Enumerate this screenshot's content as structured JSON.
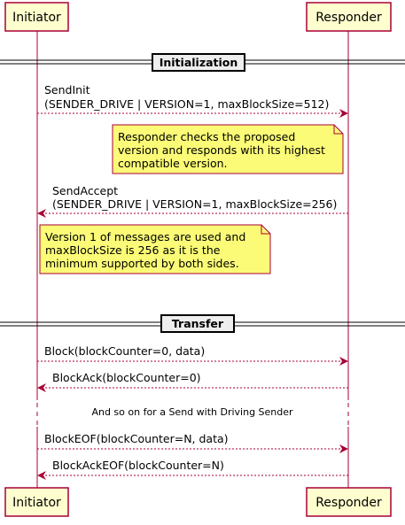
{
  "participants": {
    "initiator": "Initiator",
    "responder": "Responder"
  },
  "dividers": {
    "initialization": "Initialization",
    "transfer": "Transfer"
  },
  "messages": {
    "send_init": {
      "line1": "SendInit",
      "line2": "(SENDER_DRIVE | VERSION=1, maxBlockSize=512)"
    },
    "send_accept": {
      "line1": "SendAccept",
      "line2": "(SENDER_DRIVE | VERSION=1, maxBlockSize=256)"
    },
    "block": "Block(blockCounter=0, data)",
    "block_ack": "BlockAck(blockCounter=0)",
    "block_eof": "BlockEOF(blockCounter=N, data)",
    "block_ack_eof": "BlockAckEOF(blockCounter=N)"
  },
  "notes": {
    "responder_note": [
      "Responder checks the proposed",
      "version and responds with its highest",
      "compatible version."
    ],
    "version_note": [
      "Version 1 of messages are used and",
      "maxBlockSize is 256 as it is the",
      "minimum supported by both sides."
    ]
  },
  "delay": "And so on for a Send with Driving Sender",
  "colors": {
    "participant_fill": "#FEFECE",
    "note_fill": "#FBFB77",
    "line": "#A80036",
    "divider_fill": "#EEEEEE"
  }
}
